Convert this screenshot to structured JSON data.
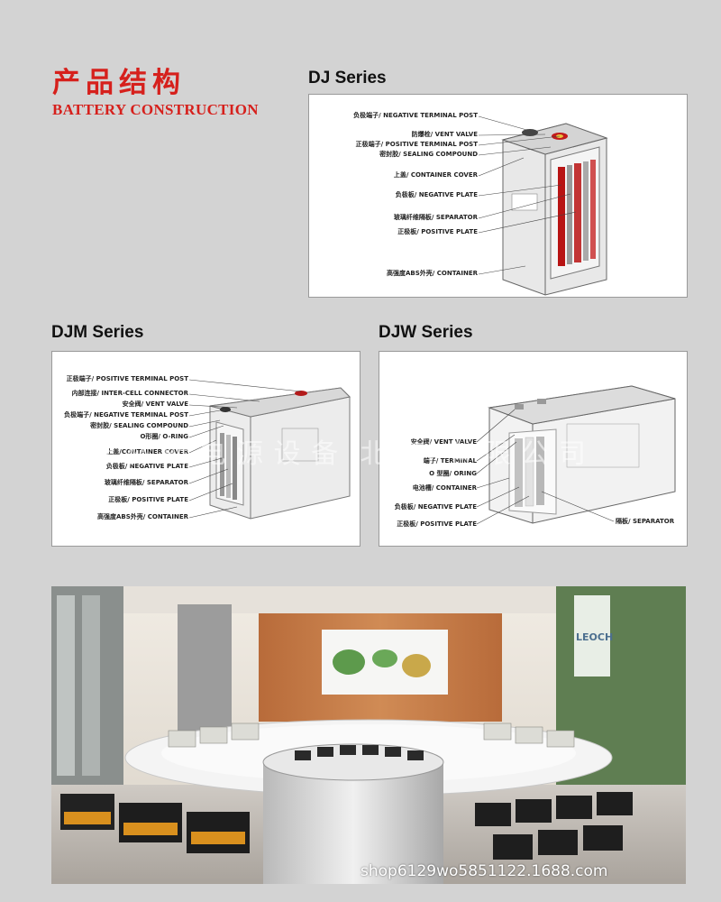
{
  "header": {
    "title_cn": "产品结构",
    "title_en": "BATTERY CONSTRUCTION"
  },
  "dj": {
    "title": "DJ Series",
    "labels": [
      "负极端子/ NEGATIVE TERMINAL POST",
      "防爆栓/ VENT VALVE",
      "正极端子/ POSITIVE TERMINAL POST",
      "密封胶/ SEALING COMPOUND",
      "上盖/ CONTAINER COVER",
      "负极板/ NEGATIVE PLATE",
      "玻璃纤维隔板/ SEPARATOR",
      "正极板/ POSITIVE PLATE",
      "高强度ABS外壳/ CONTAINER"
    ]
  },
  "djm": {
    "title": "DJM Series",
    "labels": [
      "正极端子/ POSITIVE TERMINAL POST",
      "内部连接/ INTER-CELL CONNECTOR",
      "安全阀/ VENT VALVE",
      "负极端子/ NEGATIVE TERMINAL POST",
      "密封胶/ SEALING COMPOUND",
      "O形圈/ O-RING",
      "上盖/CONTAINER COVER",
      "负极板/ NEGATIVE PLATE",
      "玻璃纤维隔板/ SEPARATOR",
      "正极板/ POSITIVE PLATE",
      "高强度ABS外壳/ CONTAINER"
    ]
  },
  "djw": {
    "title": "DJW Series",
    "labels": [
      "安全阀/ VENT VALVE",
      "端子/ TERMINAL",
      "O 型圈/ ORING",
      "电池槽/ CONTAINER",
      "负极板/ NEGATIVE PLATE",
      "正极板/ POSITIVE PLATE",
      "隔板/ SEPARATOR"
    ]
  },
  "watermark": "普 林 斯 电 源 设 备 (北 京) 有 限 公 司",
  "showroom": {
    "brand": "LEOCH"
  },
  "shop_url": "shop6129wo5851122.1688.com"
}
